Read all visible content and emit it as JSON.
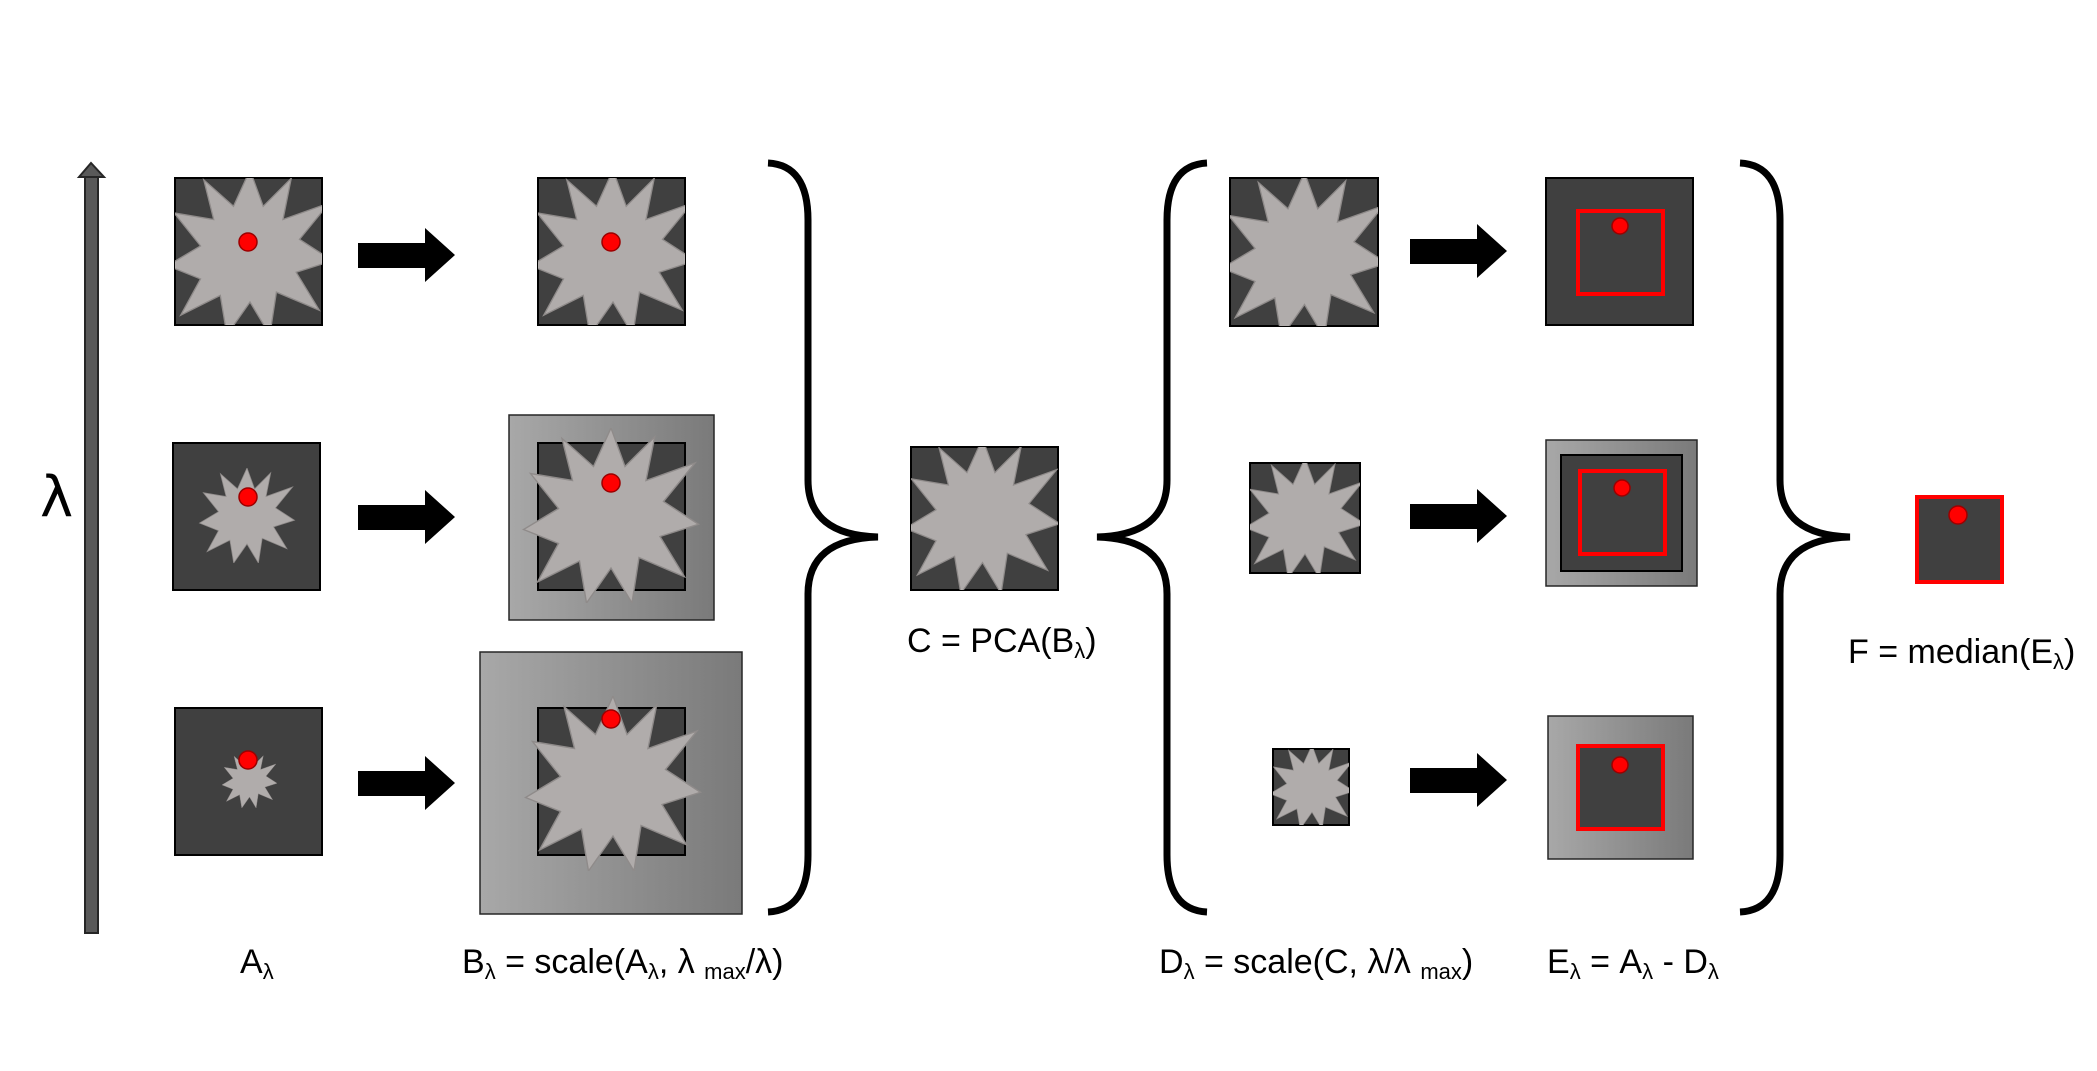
{
  "axis": {
    "label": "λ"
  },
  "labels": {
    "a": {
      "main": "A",
      "sub": "λ",
      "rest": ""
    },
    "b": {
      "main": "B",
      "sub": "λ",
      "rest": " = scale(A",
      "sub2": "λ",
      "rest2": ", λ ",
      "sub3": "max",
      "rest3": "/λ)"
    },
    "c": {
      "text": "C = PCA(B",
      "sub": "λ",
      "rest": ")"
    },
    "d": {
      "main": "D",
      "sub": "λ",
      "rest": " = scale(C, λ/λ ",
      "sub2": "max",
      "rest2": ")"
    },
    "e": {
      "main": "E",
      "sub": "λ",
      "rest": " = A",
      "sub2": "λ",
      "rest2": " - D",
      "sub3": "λ"
    },
    "f": {
      "text": "F = median(E",
      "sub": "λ",
      "rest": ")"
    }
  },
  "colors": {
    "frame_fill": "#404040",
    "star_fill": "#b0acab",
    "dot": "#ff0000",
    "gray_border": "#8c8c8c",
    "red_square": "#ff0000"
  }
}
